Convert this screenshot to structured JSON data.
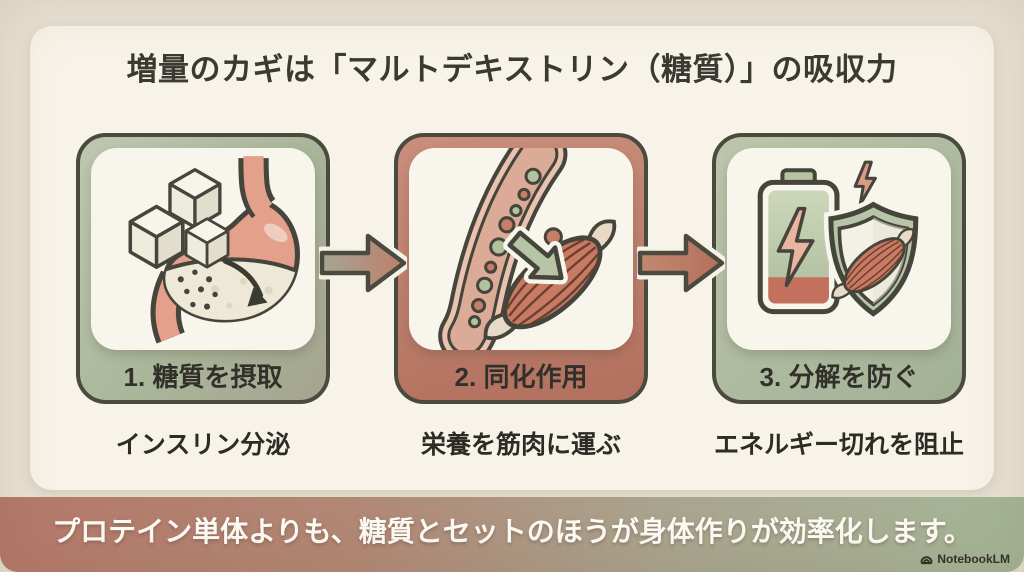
{
  "title": "増量のカギは「マルトデキストリン（糖質）」の吸収力",
  "steps": [
    {
      "number_label": "1. 糖質を摂取",
      "caption": "インスリン分泌",
      "icon": "sugar-cubes-into-stomach-icon",
      "theme_color": "#aab79b"
    },
    {
      "number_label": "2. 同化作用",
      "caption": "栄養を筋肉に運ぶ",
      "icon": "vessel-nutrients-to-muscle-icon",
      "theme_color": "#bb7e6b"
    },
    {
      "number_label": "3. 分解を防ぐ",
      "caption": "エネルギー切れを阻止",
      "icon": "battery-shield-muscle-icon",
      "theme_color": "#aab79b"
    }
  ],
  "arrows": [
    {
      "icon": "flow-arrow-right-icon",
      "from_step": 1,
      "to_step": 2
    },
    {
      "icon": "flow-arrow-right-icon",
      "from_step": 2,
      "to_step": 3
    }
  ],
  "banner": {
    "text": "プロテイン単体よりも、糖質とセットのほうが身体作りが効率化します。",
    "gradient_left": "#b5786a",
    "gradient_right": "#a5b697"
  },
  "watermark": {
    "label": "NotebookLM",
    "icon": "notebooklm-logo-icon"
  },
  "colors": {
    "page_background": "#eae3d4",
    "panel_background": "#f7f3e8",
    "card_border": "#4b4a3f",
    "card_green": "#aab79b",
    "card_terracotta": "#bb7e6b",
    "inner_tile": "#f8f5ec",
    "title_text": "#3a3932",
    "banner_text": "#fcfbf5"
  }
}
